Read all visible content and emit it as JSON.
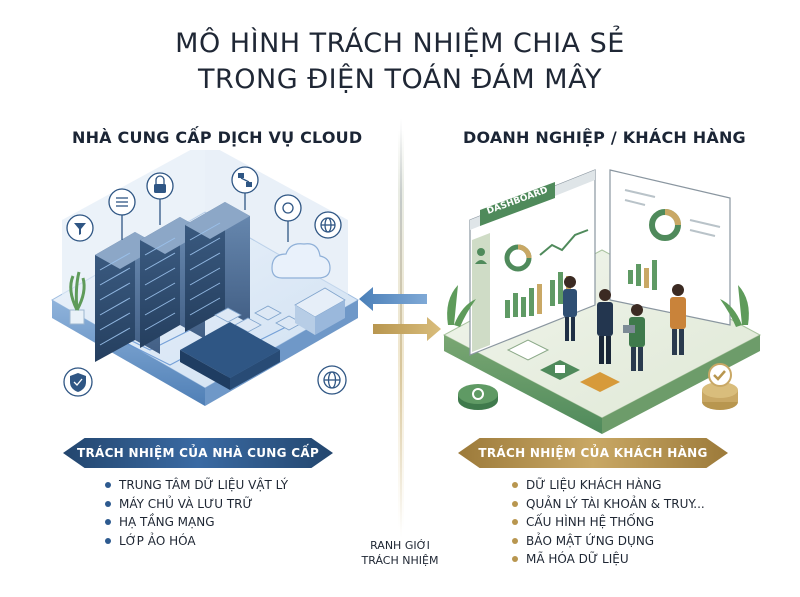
{
  "title": {
    "line1": "MÔ HÌNH TRÁCH NHIỆM CHIA SẺ",
    "line2": "TRONG ĐIỆN TOÁN ĐÁM MÂY"
  },
  "provider": {
    "heading": "NHÀ CUNG CẤP DỊCH VỤ CLOUD",
    "banner": "TRÁCH NHIỆM CỦA NHÀ CUNG CẤP",
    "items": [
      "TRUNG TÂM DỮ LIỆU VẬT LÝ",
      "MÁY CHỦ VÀ LƯU TRỮ",
      "HẠ TẦNG MẠNG",
      "LỚP ẢO HÓA"
    ],
    "icons": [
      "lock-icon",
      "network-icon",
      "shield-check-icon",
      "gear-icon",
      "globe-icon",
      "cloud-icon",
      "server-rack-icon"
    ]
  },
  "customer": {
    "heading": "DOANH NGHIỆP / KHÁCH HÀNG",
    "banner": "TRÁCH NHIỆM CỦA KHÁCH HÀNG",
    "dashboard_label": "DASHBOARD",
    "items": [
      "DỮ LIỆU KHÁCH HÀNG",
      "QUẢN LÝ TÀI KHOẢN & TRUY...",
      "CẤU HÌNH HỆ THỐNG",
      "BẢO MẬT ỨNG DỤNG",
      "MÃ HÓA DỮ LIỆU"
    ],
    "icons": [
      "gear-icon",
      "lock-icon",
      "checkmark-icon",
      "person-icon"
    ]
  },
  "boundary": {
    "line1": "RANH GIỚI",
    "line2": "TRÁCH NHIỆM"
  },
  "colors": {
    "provider_blue": "#2d5a8f",
    "customer_gold": "#b8964f",
    "customer_green": "#4f8a5b"
  }
}
